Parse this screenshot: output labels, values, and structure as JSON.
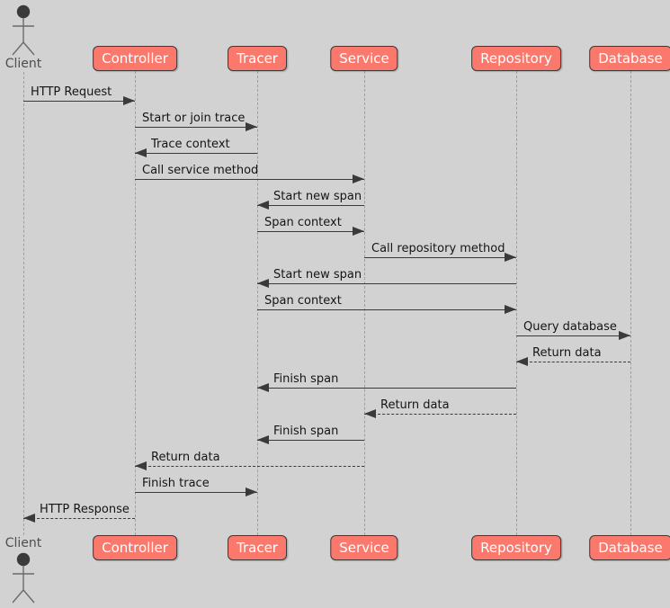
{
  "diagram": {
    "type": "sequence",
    "colors": {
      "background": "#D2D2D2",
      "participant_fill": "#FA786C",
      "participant_border": "#3A3A3A",
      "participant_text": "#FFFFFF",
      "message_line": "#3A3A3A",
      "message_text": "#151515",
      "lifeline": "#9E9E9E",
      "actor_figure": "#3A3A3A",
      "actor_limbs": "#6B6B6B",
      "actor_label_text": "#4E4E4E"
    },
    "actor": {
      "label": "Client"
    },
    "participants": [
      {
        "label": "Controller"
      },
      {
        "label": "Tracer"
      },
      {
        "label": "Service"
      },
      {
        "label": "Repository"
      },
      {
        "label": "Database"
      }
    ],
    "messages": [
      {
        "label": "HTTP Request",
        "from": "Client",
        "to": "Controller",
        "style": "solid"
      },
      {
        "label": "Start or join trace",
        "from": "Controller",
        "to": "Tracer",
        "style": "solid"
      },
      {
        "label": "Trace context",
        "from": "Tracer",
        "to": "Controller",
        "style": "solid"
      },
      {
        "label": "Call service method",
        "from": "Controller",
        "to": "Service",
        "style": "solid"
      },
      {
        "label": "Start new span",
        "from": "Service",
        "to": "Tracer",
        "style": "solid"
      },
      {
        "label": "Span context",
        "from": "Tracer",
        "to": "Service",
        "style": "solid"
      },
      {
        "label": "Call repository method",
        "from": "Service",
        "to": "Repository",
        "style": "solid"
      },
      {
        "label": "Start new span",
        "from": "Repository",
        "to": "Tracer",
        "style": "solid"
      },
      {
        "label": "Span context",
        "from": "Tracer",
        "to": "Repository",
        "style": "solid"
      },
      {
        "label": "Query database",
        "from": "Repository",
        "to": "Database",
        "style": "solid"
      },
      {
        "label": "Return data",
        "from": "Database",
        "to": "Repository",
        "style": "dashed"
      },
      {
        "label": "Finish span",
        "from": "Repository",
        "to": "Tracer",
        "style": "solid"
      },
      {
        "label": "Return data",
        "from": "Repository",
        "to": "Service",
        "style": "dashed"
      },
      {
        "label": "Finish span",
        "from": "Service",
        "to": "Tracer",
        "style": "solid"
      },
      {
        "label": "Return data",
        "from": "Service",
        "to": "Controller",
        "style": "dashed"
      },
      {
        "label": "Finish trace",
        "from": "Controller",
        "to": "Tracer",
        "style": "solid"
      },
      {
        "label": "HTTP Response",
        "from": "Controller",
        "to": "Client",
        "style": "dashed"
      }
    ]
  }
}
